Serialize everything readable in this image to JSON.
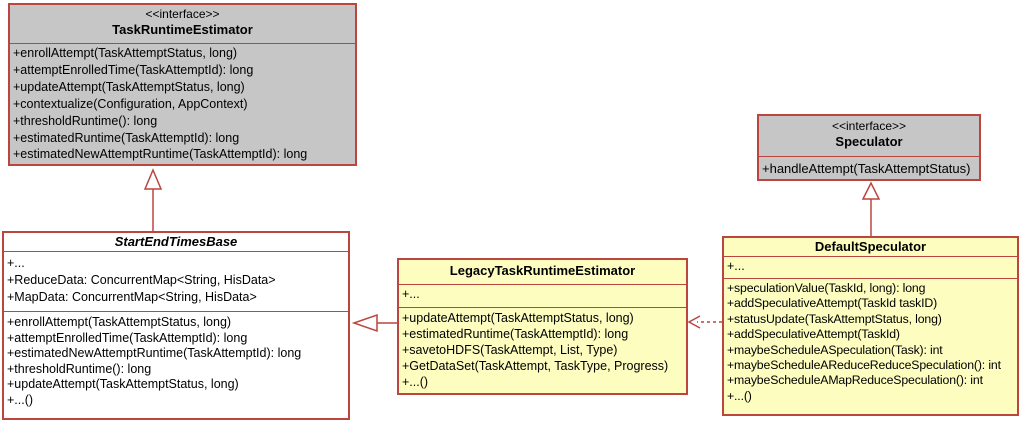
{
  "colors": {
    "border_red": "#bb453f",
    "interface_fill": "#c6c6c6",
    "class_fill": "#fdfdc0",
    "plain_fill": "#ffffff",
    "text": "#000000",
    "background": "#ffffff"
  },
  "classes": {
    "task_runtime_estimator": {
      "stereotype": "<<interface>>",
      "name": "TaskRuntimeEstimator",
      "methods": [
        "+enrollAttempt(TaskAttemptStatus, long)",
        "+attemptEnrolledTime(TaskAttemptId): long",
        "+updateAttempt(TaskAttemptStatus, long)",
        "+contextualize(Configuration, AppContext)",
        "+thresholdRuntime(): long",
        "+estimatedRuntime(TaskAttemptId): long",
        "+estimatedNewAttemptRuntime(TaskAttemptId): long"
      ]
    },
    "start_end_times_base": {
      "name": "StartEndTimesBase",
      "attributes": [
        "+...",
        "+ReduceData: ConcurrentMap<String, HisData>",
        "+MapData: ConcurrentMap<String, HisData>"
      ],
      "methods": [
        "+enrollAttempt(TaskAttemptStatus, long)",
        "+attemptEnrolledTime(TaskAttemptId): long",
        "+estimatedNewAttemptRuntime(TaskAttemptId): long",
        "+thresholdRuntime(): long",
        "+updateAttempt(TaskAttemptStatus, long)",
        "+...()"
      ]
    },
    "legacy_task_runtime_estimator": {
      "name": "LegacyTaskRuntimeEstimator",
      "attributes": [
        "+..."
      ],
      "methods": [
        "+updateAttempt(TaskAttemptStatus, long)",
        "+estimatedRuntime(TaskAttemptId): long",
        "+savetoHDFS(TaskAttempt, List, Type)",
        "+GetDataSet(TaskAttempt, TaskType, Progress)",
        "+...()"
      ]
    },
    "speculator": {
      "stereotype": "<<interface>>",
      "name": "Speculator",
      "methods": [
        "+handleAttempt(TaskAttemptStatus)"
      ]
    },
    "default_speculator": {
      "name": "DefaultSpeculator",
      "attributes": [
        "+..."
      ],
      "methods": [
        "+speculationValue(TaskId, long): long",
        "+addSpeculativeAttempt(TaskId taskID)",
        "+statusUpdate(TaskAttemptStatus, long)",
        "+addSpeculativeAttempt(TaskId)",
        "+maybeScheduleASpeculation(Task): int",
        "+maybeScheduleAReduceReduceSpeculation(): int",
        "+maybeScheduleAMapReduceSpeculation(): int",
        "+...()"
      ]
    }
  },
  "relations": [
    {
      "type": "realization-solid-hollow-triangle",
      "from": "StartEndTimesBase",
      "to": "TaskRuntimeEstimator"
    },
    {
      "type": "generalization-solid-hollow-triangle",
      "from": "LegacyTaskRuntimeEstimator",
      "to": "StartEndTimesBase"
    },
    {
      "type": "realization-solid-hollow-triangle",
      "from": "DefaultSpeculator",
      "to": "Speculator"
    },
    {
      "type": "dependency-dashed-open-arrow",
      "from": "DefaultSpeculator",
      "to": "LegacyTaskRuntimeEstimator"
    }
  ]
}
